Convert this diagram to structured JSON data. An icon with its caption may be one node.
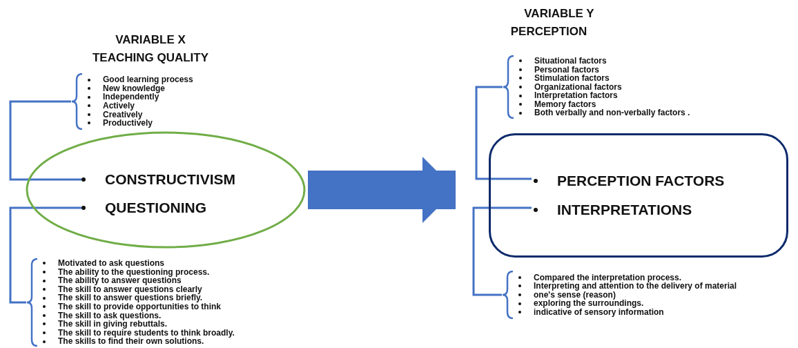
{
  "diagram": {
    "nodes": [
      {
        "text": [],
        "shape": "ellipse"
      },
      {
        "text": [
          "CONSTRUCTIVISM"
        ],
        "in": 0
      },
      {
        "text": [
          "QUESTIONING"
        ],
        "in": 0
      },
      {
        "text": [
          "Good learning process",
          "New knowledge",
          "Independently",
          "Actively",
          "Creatively",
          "Productively"
        ]
      },
      {
        "text": [
          "Motivated to ask questions",
          "The ability to the questioning process.",
          "The ability to answer questions",
          "The skill to answer questions clearly",
          "The skill to answer questions briefly.",
          "The skill to provide opportunities to think",
          "The skill to ask questions.",
          "The skill in giving rebuttals.",
          "The skill to require students to think broadly.",
          "The skills to find their own solutions."
        ]
      },
      {
        "text": [],
        "shape": "box"
      },
      {
        "text": [
          "PERCEPTION FACTORS"
        ],
        "in": 5
      },
      {
        "text": [
          "INTERPRETATIONS"
        ],
        "in": 5
      },
      {
        "text": [
          "Situational factors",
          "Personal factors",
          "Stimulation factors",
          "Organizational factors",
          "Interpretation  factors",
          "Memory factors",
          "Both verbally and non-verbally factors ."
        ]
      },
      {
        "text": [
          "Compared the interpretation process.",
          "Interpreting and attention to  the delivery of material",
          "one's sense (reason)",
          "exploring the surroundings.",
          "indicative of sensory information"
        ]
      }
    ],
    "edges": [
      {
        "from": 3,
        "to": 1,
        "arrow": "none"
      },
      {
        "from": 4,
        "to": 2,
        "arrow": "none"
      },
      {
        "from": 0,
        "to": 5,
        "arrow": "to",
        "style": "thick"
      },
      {
        "from": 8,
        "to": 6,
        "arrow": "none"
      },
      {
        "from": 9,
        "to": 7,
        "arrow": "none"
      }
    ],
    "labels": [
      "VARIABLE X",
      "TEACHING QUALITY",
      "VARIABLE Y",
      "PERCEPTION"
    ]
  }
}
